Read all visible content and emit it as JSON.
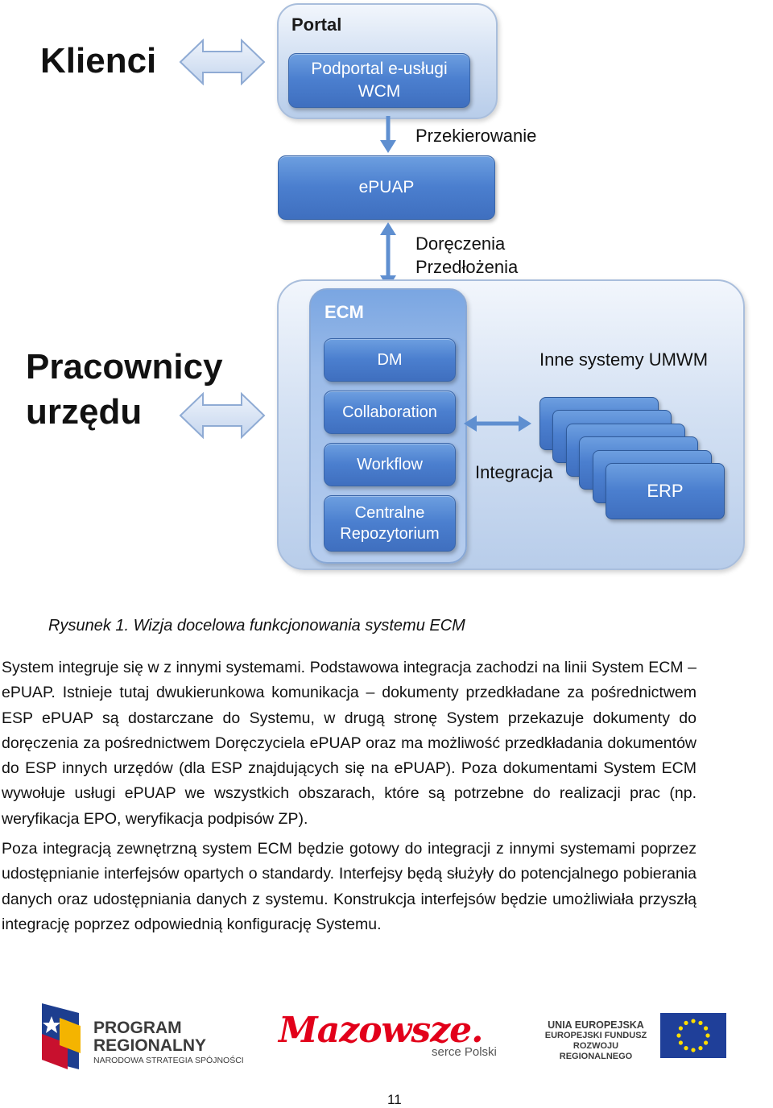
{
  "diagram": {
    "clients_label": "Klienci",
    "staff_label_line1": "Pracownicy",
    "staff_label_line2": "urzędu",
    "portal": {
      "title": "Portal",
      "subportal_line1": "Podportal e-usługi",
      "subportal_line2": "WCM"
    },
    "redirect_label": "Przekierowanie",
    "epuap_label": "ePUAP",
    "deliveries_line1": "Doręczenia",
    "deliveries_line2": "Przedłożenia",
    "ecm": {
      "title": "ECM",
      "modules": [
        {
          "label": "DM"
        },
        {
          "label": "Collaboration"
        },
        {
          "label": "Workflow"
        },
        {
          "label_line1": "Centralne",
          "label_line2": "Repozytorium"
        }
      ]
    },
    "other_systems_label": "Inne systemy UMWM",
    "integration_label": "Integracja",
    "erp_label": "ERP"
  },
  "caption": "Rysunek 1. Wizja docelowa funkcjonowania systemu ECM",
  "paragraphs": [
    "System integruje się w z innymi systemami. Podstawowa integracja zachodzi na linii System ECM – ePUAP. Istnieje tutaj dwukierunkowa komunikacja – dokumenty przedkładane za pośrednictwem ESP ePUAP są dostarczane do Systemu, w drugą stronę System przekazuje dokumenty do doręczenia za pośrednictwem Doręczyciela ePUAP oraz ma możliwość przedkładania dokumentów do ESP innych urzędów (dla ESP znajdujących się na ePUAP). Poza dokumentami System ECM wywołuje usługi ePUAP we wszystkich obszarach, które są potrzebne do realizacji prac (np. weryfikacja EPO, weryfikacja podpisów ZP).",
    "Poza integracją zewnętrzną system ECM będzie gotowy do integracji z innymi systemami poprzez udostępnianie interfejsów opartych o standardy. Interfejsy będą służyły do potencjalnego pobierania danych oraz udostępniania danych z systemu. Konstrukcja interfejsów będzie umożliwiała przyszłą integrację poprzez odpowiednią konfigurację Systemu."
  ],
  "footer": {
    "program_line1": "PROGRAM",
    "program_line2": "REGIONALNY",
    "program_line3": "NARODOWA STRATEGIA SPÓJNOŚCI",
    "mazowsze_logo": "Mazowsze.",
    "mazowsze_tagline": "serce Polski",
    "eu_line1": "UNIA EUROPEJSKA",
    "eu_line2": "EUROPEJSKI FUNDUSZ",
    "eu_line3": "ROZWOJU REGIONALNEGO"
  },
  "page_number": "11",
  "colors": {
    "box_blue": "#4b7fcf",
    "arrow_blue": "#5f8fd0",
    "mazowsze_red": "#e2001a",
    "eu_blue": "#1f3f99",
    "eu_star": "#ffdd00"
  }
}
